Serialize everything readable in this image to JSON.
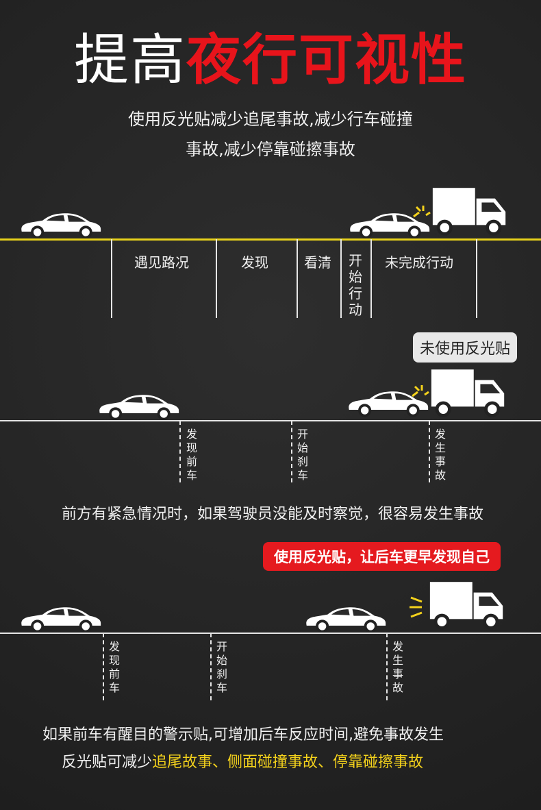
{
  "title": {
    "part1": "提高",
    "part2": "夜行可视性"
  },
  "subtitle": {
    "line1": "使用反光贴减少追尾事故,减少行车碰撞",
    "line2": "事故,减少停靠碰擦事故"
  },
  "section1": {
    "segments": [
      "遇见路况",
      "发现",
      "看清"
    ],
    "vertical_label": "开始行动",
    "last_segment": "未完成行动"
  },
  "section2": {
    "badge": "未使用反光贴",
    "markers": [
      "发现前车",
      "开始刹车",
      "发生事故"
    ],
    "caption": "前方有紧急情况时，如果驾驶员没能及时察觉，很容易发生事故"
  },
  "section3": {
    "badge": "使用反光贴，让后车更早发现自己",
    "markers": [
      "发现前车",
      "开始刹车",
      "发生事故"
    ]
  },
  "footer": {
    "line1": "如果前车有醒目的警示贴,可增加后车反应时间,避免事故发生",
    "line2_prefix": "反光贴可减少",
    "line2_highlight": "追尾故事、侧面碰撞事故、停靠碰擦事故"
  },
  "colors": {
    "accent_red": "#e8141b",
    "road_yellow": "#e8d21b",
    "highlight_yellow": "#f4d21c"
  }
}
